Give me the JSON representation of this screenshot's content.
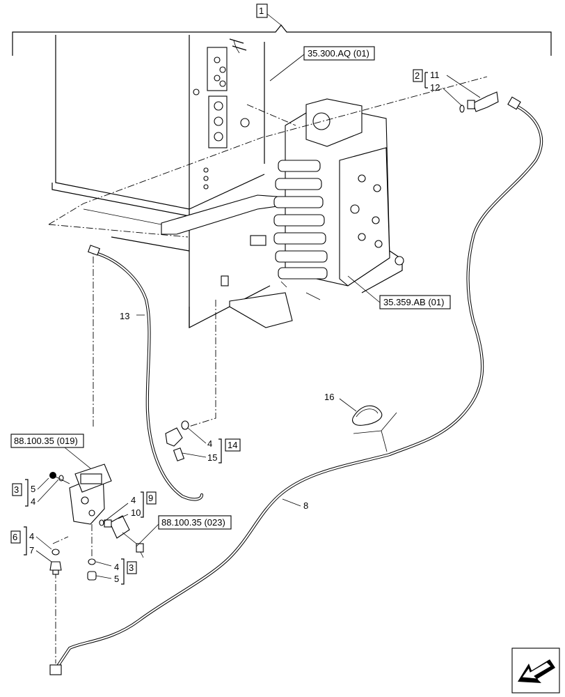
{
  "refs": {
    "r_35300": "35.300.AQ (01)",
    "r_35359": "35.359.AB (01)",
    "r_019": "88.100.35 (019)",
    "r_023": "88.100.35 (023)"
  },
  "groups": {
    "g1": "1",
    "g2": "2",
    "g3a": "3",
    "g3b": "3",
    "g6": "6",
    "g9": "9",
    "g14": "14"
  },
  "items": {
    "i11": "11",
    "i12": "12",
    "i13": "13",
    "i16": "16",
    "i8": "8",
    "i4_14": "4",
    "i15": "15",
    "i5_l": "5",
    "i4_l": "4",
    "i4_9": "4",
    "i10": "10",
    "i4_6": "4",
    "i7": "7",
    "i4_3b": "4",
    "i5_3b": "5"
  },
  "icons": {
    "nav": "arrow-to-previous-view-icon"
  }
}
